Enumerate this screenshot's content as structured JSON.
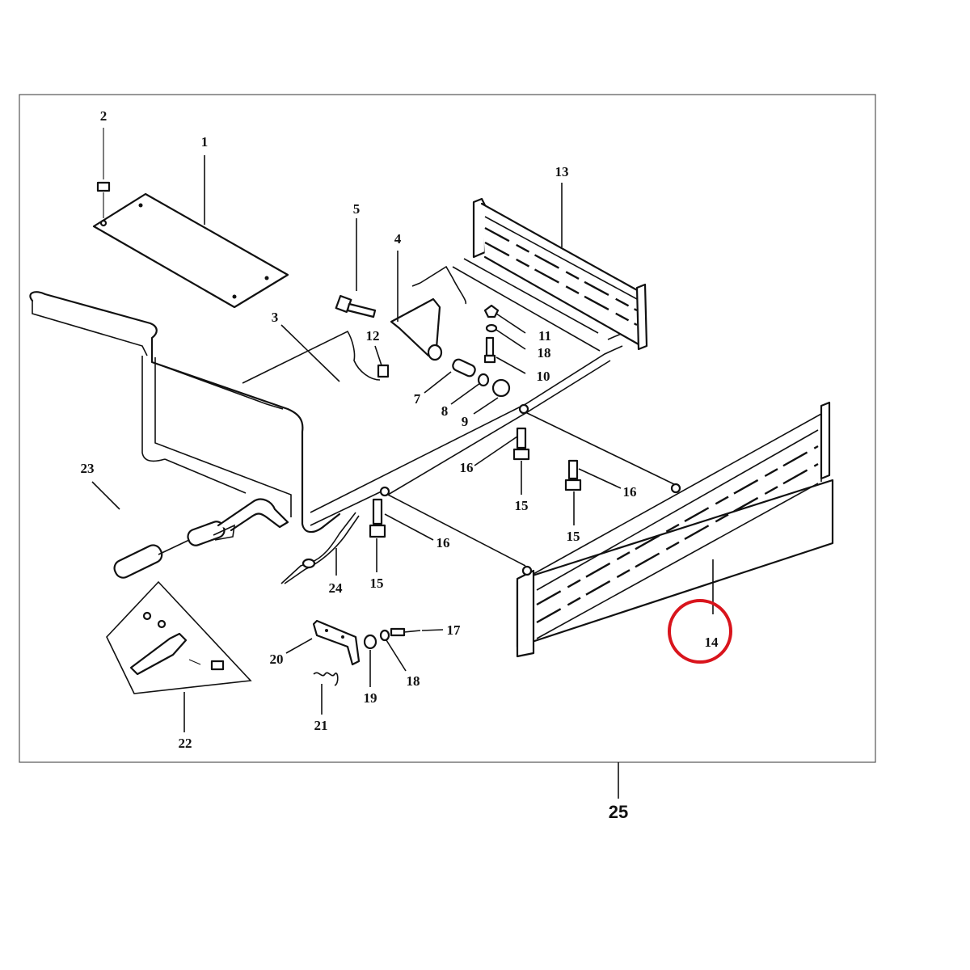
{
  "diagram": {
    "callouts": [
      "1",
      "2",
      "3",
      "4",
      "5",
      "7",
      "8",
      "9",
      "10",
      "11",
      "12",
      "13",
      "14",
      "15",
      "16",
      "17",
      "18",
      "19",
      "20",
      "21",
      "22",
      "23",
      "24"
    ],
    "assembly_number": "25",
    "highlight_color": "#d9141c",
    "highlighted_part": "14"
  }
}
